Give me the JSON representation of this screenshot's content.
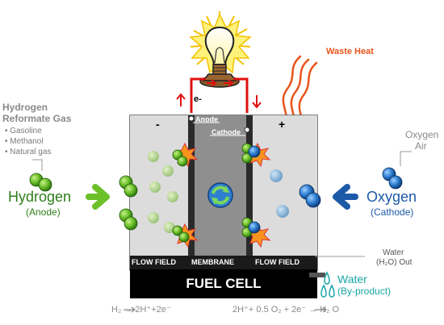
{
  "left": {
    "title_line1": "Hydrogen",
    "title_line2": "Reformate Gas",
    "sources": [
      "Gasoline",
      "Methanol",
      "Natural gas"
    ],
    "fuel_label": "Hydrogen",
    "fuel_sub": "(Anode)"
  },
  "right": {
    "top_line1": "Oxygen",
    "top_line2": "Air",
    "fuel_label": "Oxygen",
    "fuel_sub": "(Cathode)",
    "water_out_line1": "Water",
    "water_out_line2": "(H₂O) Out",
    "water_label": "Water",
    "water_sub": "(By-product)"
  },
  "circuit": {
    "electron_label": "e-",
    "waste_heat": "Waste Heat"
  },
  "cell": {
    "anode_label": "Anode",
    "cathode_label": "Cathode",
    "minus_sign": "-",
    "plus_sign": "+",
    "left_section": "FLOW FIELD",
    "middle_section": "MEMBRANE",
    "right_section": "FLOW FIELD",
    "base_label": "FUEL CELL"
  },
  "equations": {
    "anode_reaction": "H₂ → 2H⁺+2e⁻",
    "cathode_reaction": "2H⁺+ 0.5 O₂ + 2e⁻ → H₂ O"
  },
  "colors": {
    "hydrogen_green": "#2e7d1a",
    "oxygen_blue": "#1c5aa8",
    "water_teal": "#1aa6a6",
    "heat_orange": "#e8541c",
    "wire_red": "#e01010"
  }
}
